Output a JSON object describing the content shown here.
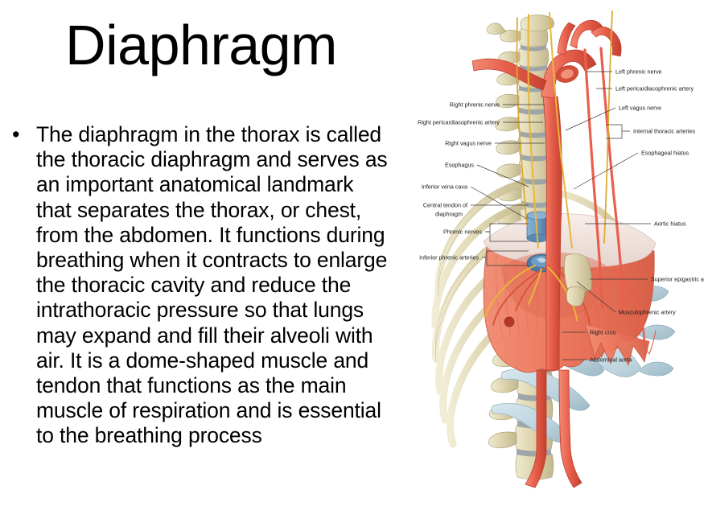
{
  "slide": {
    "title": "Diaphragm",
    "bullet_glyph": "•",
    "body_text": "The diaphragm in the thorax is called the thoracic diaphragm and serves as an important anatomical landmark that separates the thorax, or chest, from the abdomen. It functions during breathing when it contracts to enlarge the thoracic cavity and reduce the intrathoracic pressure so that lungs may expand and fill their alveoli with air. It is a dome-shaped muscle and tendon that functions as the main muscle of respiration and is essential to the breathing process"
  },
  "figure": {
    "name": "diaphragm-anatomy-illustration",
    "labels_left": [
      {
        "id": "right-phrenic-nerve",
        "text": "Right phrenic nerve"
      },
      {
        "id": "right-pericardiacophrenic-artery",
        "text": "Right pericardiacophrenic artery"
      },
      {
        "id": "right-vagus-nerve",
        "text": "Right vagus nerve"
      },
      {
        "id": "esophagus",
        "text": "Esophagus"
      },
      {
        "id": "inferior-vena-cava",
        "text": "Inferior vena cava"
      },
      {
        "id": "central-tendon-line1",
        "text": "Central tendon of"
      },
      {
        "id": "central-tendon-line2",
        "text": "diaphragm"
      },
      {
        "id": "phrenic-nerves",
        "text": "Phrenic nerves"
      },
      {
        "id": "inferior-phrenic-arteries",
        "text": "Inferior phrenic arteries"
      }
    ],
    "labels_right": [
      {
        "id": "left-phrenic-nerve",
        "text": "Left phrenic nerve"
      },
      {
        "id": "left-pericardiacophrenic-artery",
        "text": "Left pericardiacophrenic artery"
      },
      {
        "id": "left-vagus-nerve",
        "text": "Left vagus nerve"
      },
      {
        "id": "internal-thoracic-arteries",
        "text": "Internal thoracic arteries"
      },
      {
        "id": "esophageal-hiatus",
        "text": "Esophageal hiatus"
      },
      {
        "id": "aortic-hiatus",
        "text": "Aortic hiatus"
      },
      {
        "id": "superior-epigastric-artery",
        "text": "Superior epigastric a"
      },
      {
        "id": "musculophrenic-artery",
        "text": "Musculophrenic artery"
      },
      {
        "id": "right-crus",
        "text": "Right crus"
      },
      {
        "id": "abdominal-aorta",
        "text": "Abdominal aorta"
      }
    ],
    "colors": {
      "background": "#ffffff",
      "bone": "#ded6b0",
      "bone_shade": "#c8be96",
      "cartilage": "#bdd4de",
      "cartilage_shade": "#a2bdc9",
      "artery": "#e8604c",
      "artery_dark": "#cf4433",
      "muscle": "#ef7c63",
      "muscle_dark": "#d9614a",
      "tendon": "#efe1dc",
      "vein": "#6e9cc4",
      "vein_dark": "#4d7ba4",
      "nerve": "#e8b63a",
      "disc": "#9aa3a8",
      "text": "#1a1a1a",
      "leader": "#3a3a3a"
    }
  }
}
